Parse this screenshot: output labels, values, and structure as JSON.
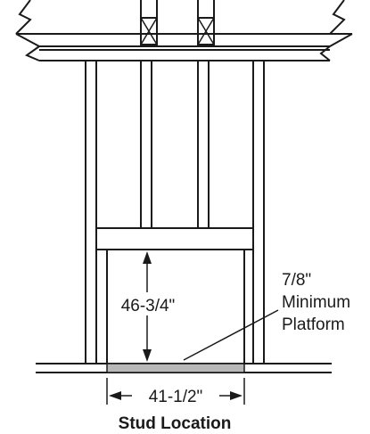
{
  "diagram": {
    "labels": {
      "height_dimension": "46-3/4\"",
      "platform_line1": "7/8\"",
      "platform_line2": "Minimum",
      "platform_line3": "Platform",
      "width_dimension": "41-1/2\"",
      "caption": "Stud Location"
    },
    "colors": {
      "line": "#1a1a1a",
      "platform_fill": "#b8b8b8",
      "background": "#ffffff"
    }
  }
}
